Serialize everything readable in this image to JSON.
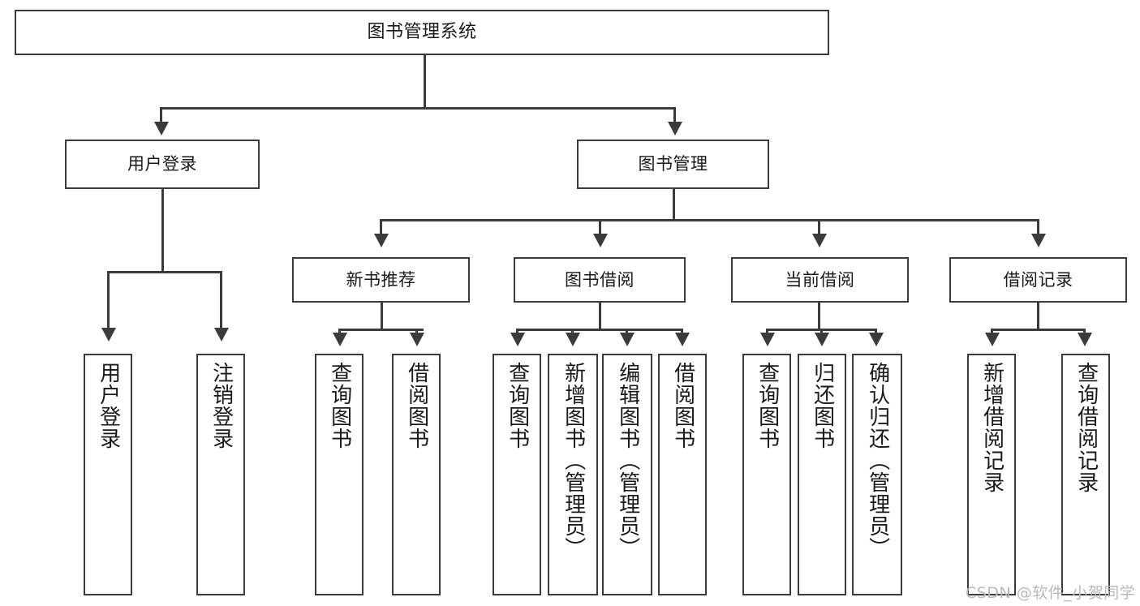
{
  "diagram": {
    "title": "图书管理系统",
    "type": "hierarchy-tree",
    "root": {
      "label": "图书管理系统"
    },
    "level1": [
      {
        "label": "用户登录"
      },
      {
        "label": "图书管理"
      }
    ],
    "level2": [
      {
        "label": "新书推荐"
      },
      {
        "label": "图书借阅"
      },
      {
        "label": "当前借阅"
      },
      {
        "label": "借阅记录"
      }
    ],
    "leaves": {
      "user_login": [
        {
          "label": "用户登录"
        },
        {
          "label": "注销登录"
        }
      ],
      "new_book_recommend": [
        {
          "label": "查询图书"
        },
        {
          "label": "借阅图书"
        }
      ],
      "book_borrow": [
        {
          "label": "查询图书"
        },
        {
          "label": "新增图书（管理员）"
        },
        {
          "label": "编辑图书（管理员）"
        },
        {
          "label": "借阅图书"
        }
      ],
      "current_borrow": [
        {
          "label": "查询图书"
        },
        {
          "label": "归还图书"
        },
        {
          "label": "确认归还（管理员）"
        }
      ],
      "borrow_record": [
        {
          "label": "新增借阅记录"
        },
        {
          "label": "查询借阅记录"
        }
      ]
    }
  },
  "watermark": {
    "text": "CSDN @软件_小贺同学"
  },
  "colors": {
    "stroke": "#3b3b3b",
    "background": "#ffffff",
    "text": "#1a1a1a",
    "watermark": "#b9b9b9"
  }
}
